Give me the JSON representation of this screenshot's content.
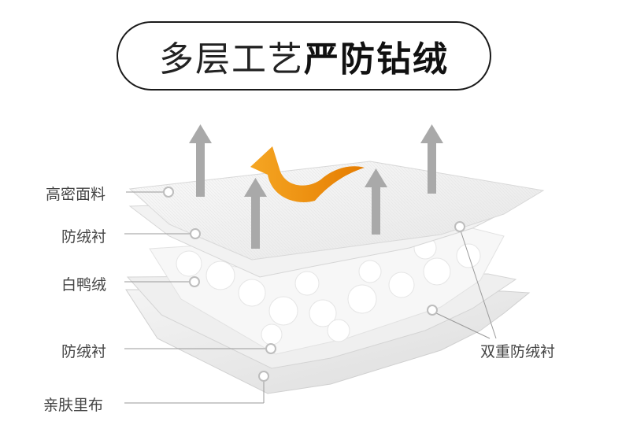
{
  "title": {
    "light": "多层工艺",
    "bold": "严防钻绒"
  },
  "layers": {
    "fabric": "高密面料",
    "liner_top": "防绒衬",
    "down": "白鸭绒",
    "liner_bottom": "防绒衬",
    "lining": "亲肤里布",
    "double_liner": "双重防绒衬"
  },
  "colors": {
    "accent": "#f08c00",
    "arrow": "#a9a9a9",
    "line": "#9a9a9a"
  }
}
